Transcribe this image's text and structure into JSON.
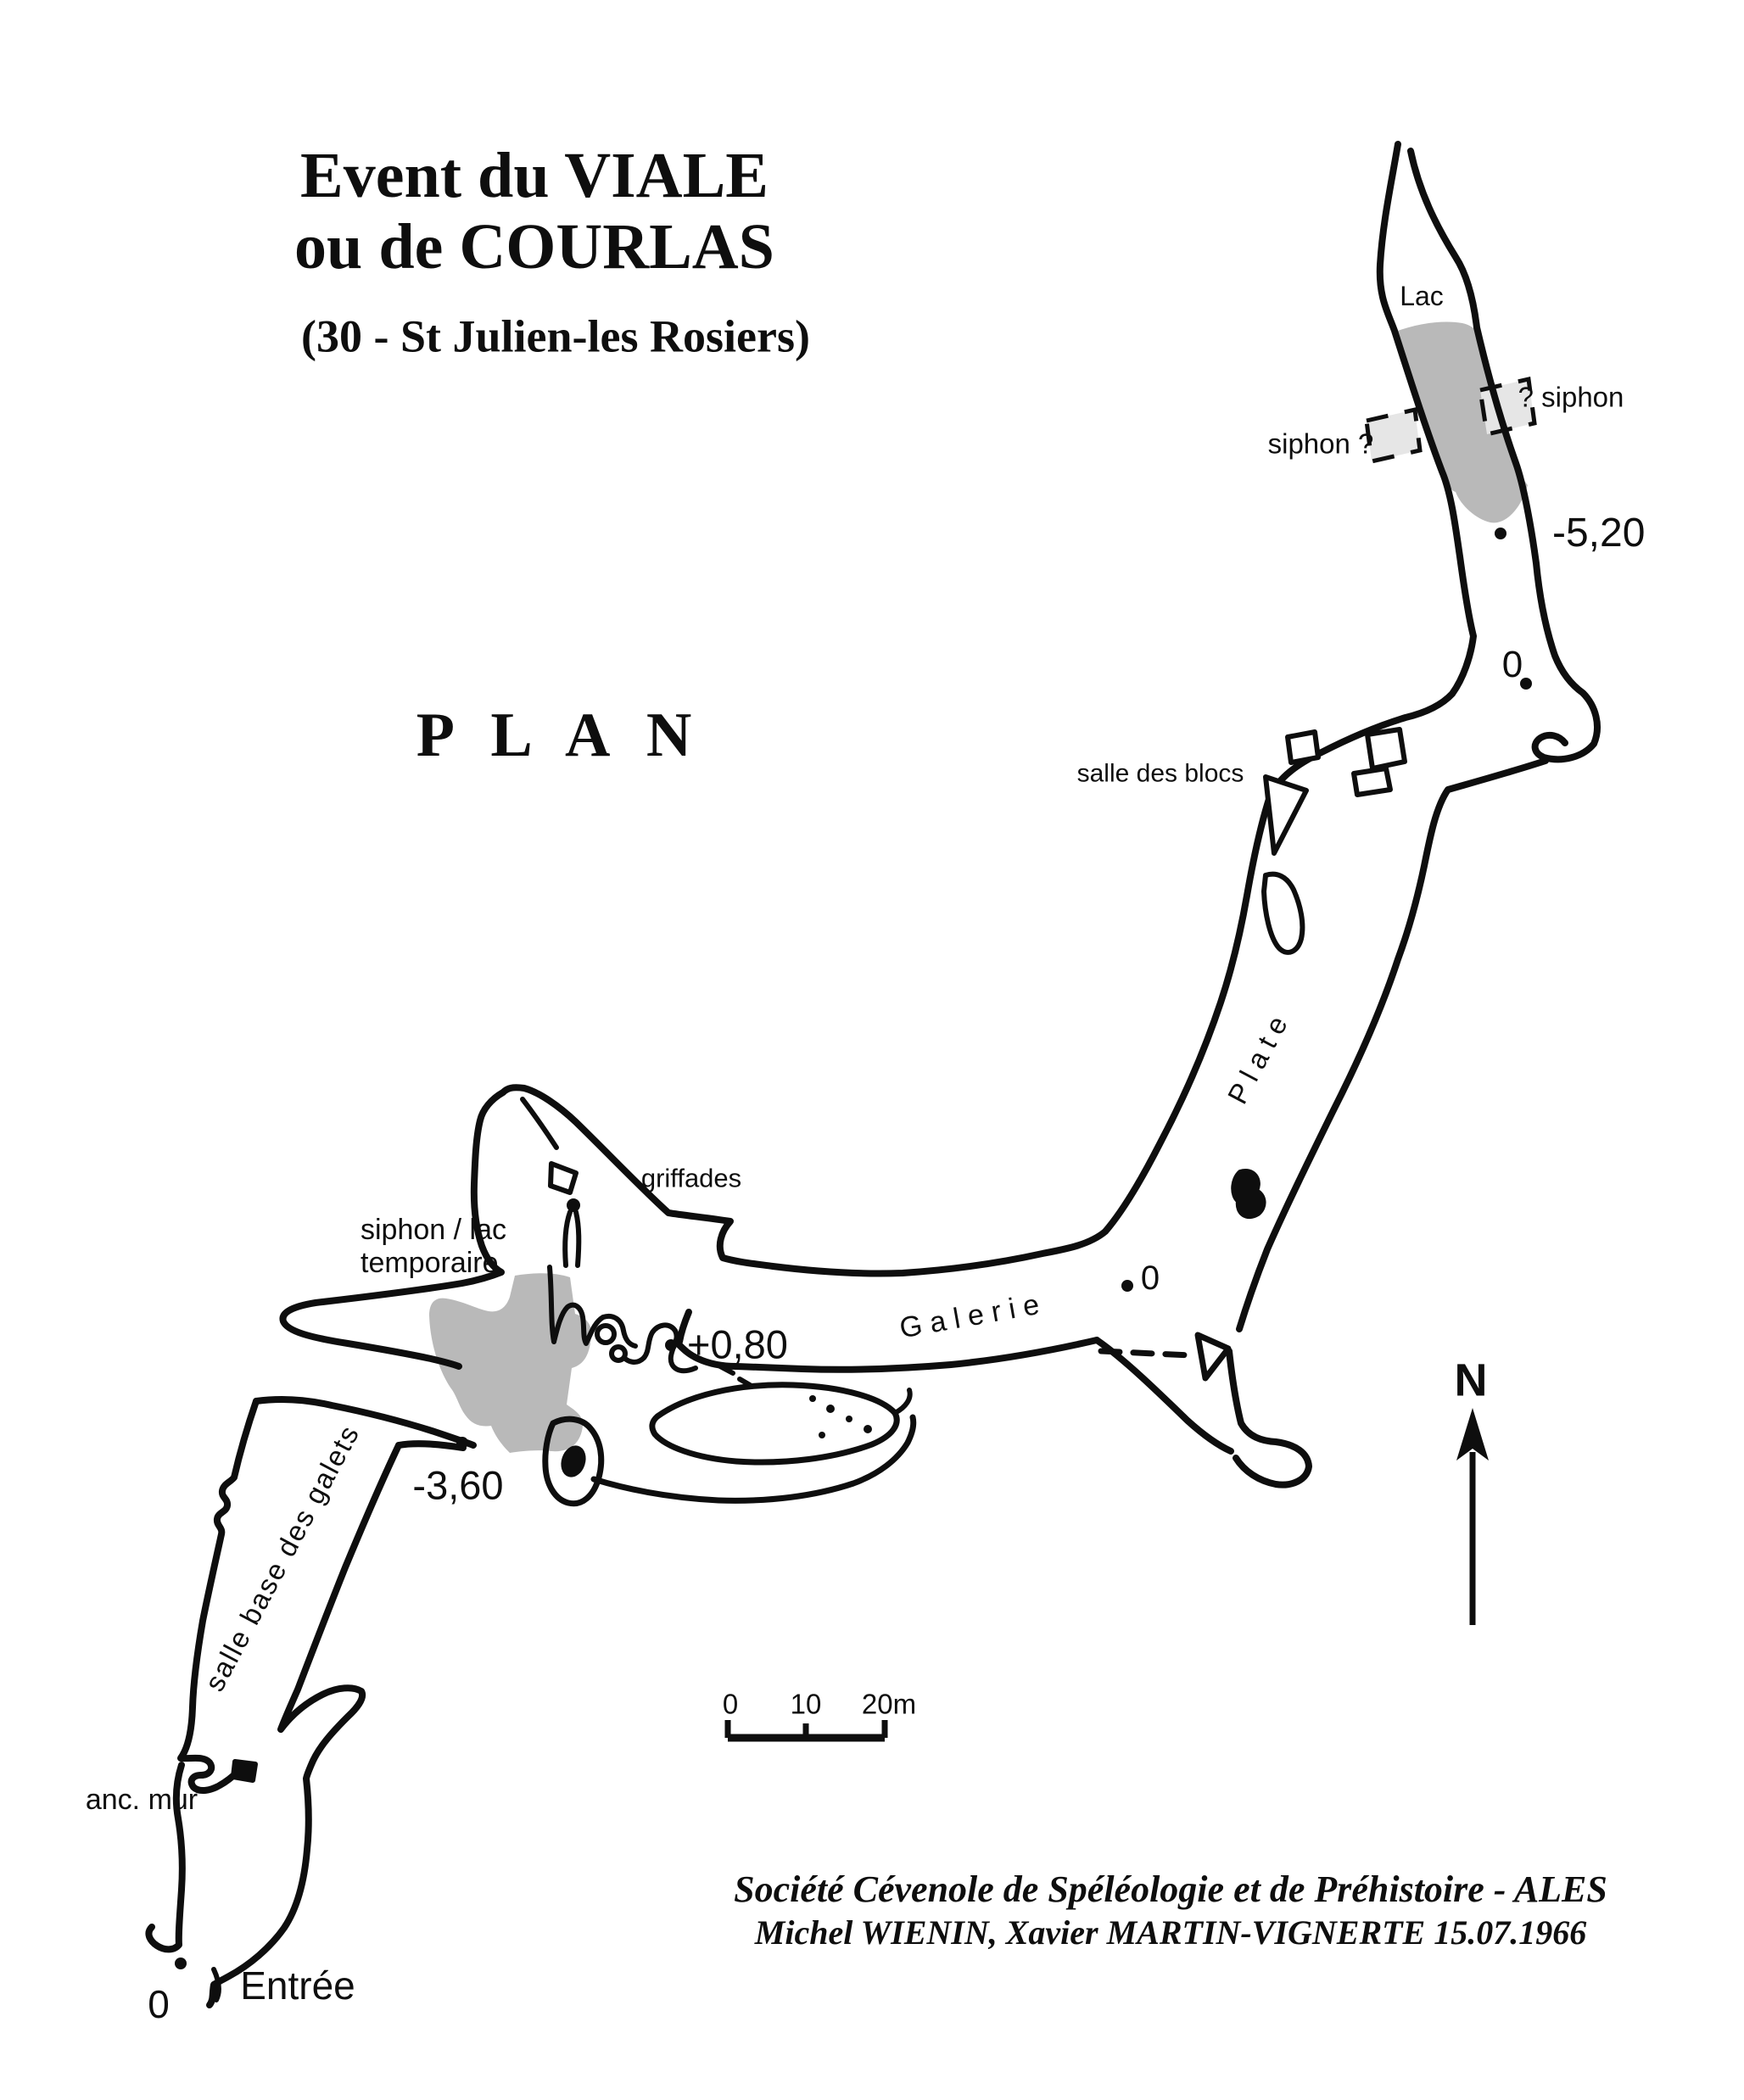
{
  "title": {
    "line1": "Event du VIALE",
    "line2": "ou de COURLAS",
    "subtitle": "(30 - St Julien-les Rosiers)",
    "view_label": "P L A N"
  },
  "features": {
    "lac": "Lac",
    "siphon_query_right": "? siphon",
    "siphon_query_left": "siphon ?",
    "salle_des_blocs": "salle des blocs",
    "plate": "P l a t e",
    "galerie": "G a l e r i e",
    "griffades": "griffades",
    "siphon_lac_line1": "siphon / lac",
    "siphon_lac_line2": "temporaire",
    "salle_base_des_galets": "salle base des galets",
    "anc_mur": "anc. mur",
    "entree": "Entrée"
  },
  "stations": {
    "depth_lac": "-5,20",
    "zero_upper": "0",
    "zero_galerie": "0",
    "plus_080": "+0,80",
    "minus_360": "-3,60",
    "zero_entree": "0"
  },
  "scale_bar": {
    "t0": "0",
    "t10": "10",
    "t20": "20m"
  },
  "north": {
    "label": "N"
  },
  "credits": {
    "line1": "Société Cévenole de Spéléologie et de Préhistoire - ALES",
    "line2": "Michel WIENIN, Xavier MARTIN-VIGNERTE 15.07.1966"
  },
  "colors": {
    "ink": "#0e0e0e",
    "water_siphon_gray": "#b9b9b9",
    "probable_siphon_gray": "#e6e6e6",
    "background": "#ffffff"
  }
}
